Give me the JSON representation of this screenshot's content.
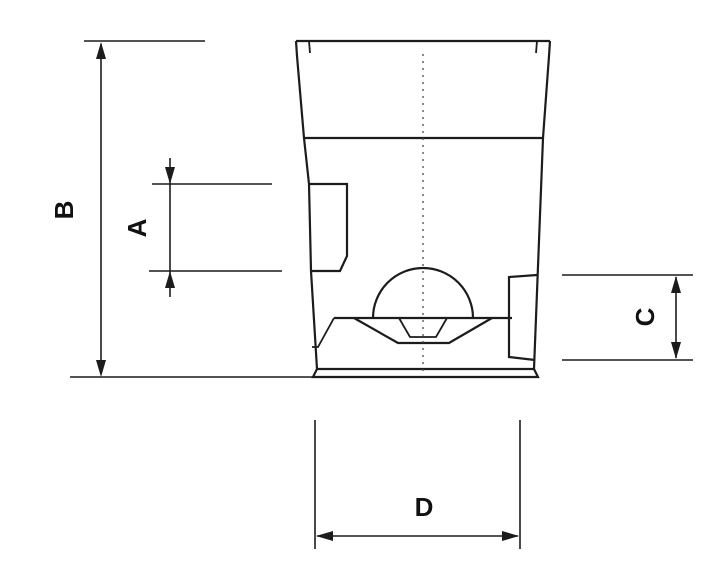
{
  "page": {
    "background_color": "#ffffff",
    "line_color": "#1c1c1c"
  },
  "drawing": {
    "type": "technical-dimension-drawing",
    "subject": "milling-cutter-body-side-view",
    "labels": {
      "dim_a": "A",
      "dim_b": "B",
      "dim_c": "C",
      "dim_d": "D"
    }
  }
}
